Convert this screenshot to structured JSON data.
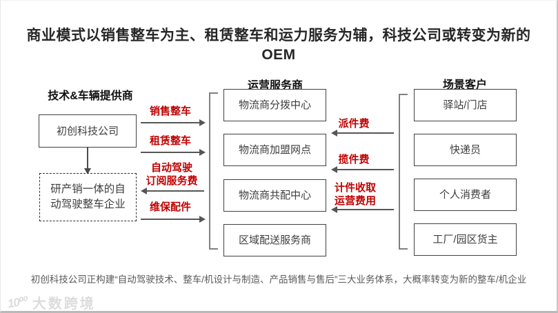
{
  "title": "商业模式以销售整车为主、租赁整车和运力服务为辅，科技公司或转变为新的OEM",
  "columns": {
    "provider": {
      "header": "技术&车辆提供商",
      "startup_box": "初创科技公司",
      "oem_box": "研产销一体的自\n动驾驶整车企业"
    },
    "operators": {
      "header": "运营服务商",
      "boxes": [
        "物流商分拨中心",
        "物流商加盟网点",
        "物流商共配中心",
        "区域配送服务商"
      ]
    },
    "customers": {
      "header": "场景客户",
      "boxes": [
        "驿站/门店",
        "快递员",
        "个人消费者",
        "工厂/园区货主"
      ]
    }
  },
  "flows_left": [
    {
      "label": "销售整车",
      "direction": "right"
    },
    {
      "label": "租赁整车",
      "direction": "right"
    },
    {
      "label": "自动驾驶\n订阅服务费",
      "direction": "left"
    },
    {
      "label": "维保配件",
      "direction": "right"
    }
  ],
  "flows_right": [
    {
      "label": "派件费",
      "direction": "left"
    },
    {
      "label": "揽件费",
      "direction": "left"
    },
    {
      "label": "计件收取\n运营费用",
      "direction": "left"
    }
  ],
  "footnote": "初创科技公司正构建“自动驾驶技术、整车/机设计与制造、产品销售与售后”三大业务体系，大概率转变为新的整车/机企业",
  "watermark": {
    "icon_glyph": "10⁰⁰",
    "label": "大数跨境"
  },
  "colors": {
    "accent_red": "#c00000",
    "arrow_gray": "#555555"
  }
}
